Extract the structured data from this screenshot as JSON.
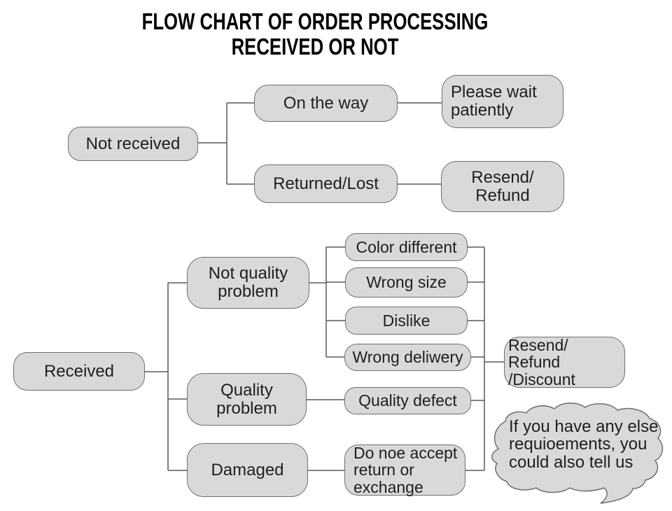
{
  "title": {
    "line1": "FLOW CHART OF ORDER PROCESSING",
    "line2": "RECEIVED OR NOT"
  },
  "colors": {
    "background": "#ffffff",
    "box_fill": "#d9d9d9",
    "box_border": "#6e6e6e",
    "connector_line": "#595959",
    "text": "#1f1f1f",
    "title_text": "#000000"
  },
  "top_flow": {
    "not_received": "Not received",
    "on_the_way": "On the way",
    "please_wait": [
      "Please wait",
      "patiently"
    ],
    "returned_lost": "Returned/Lost",
    "resend_refund": [
      "Resend/",
      "Refund"
    ]
  },
  "bottom_flow": {
    "received": "Received",
    "not_quality_problem": [
      "Not quality",
      "problem"
    ],
    "quality_problem": [
      "Quality",
      "problem"
    ],
    "damaged": "Damaged",
    "color_different": "Color different",
    "wrong_size": "Wrong size",
    "dislike": "Dislike",
    "wrong_delivery": "Wrong deliwery",
    "quality_defect": "Quality defect",
    "do_not_accept": [
      "Do noe accept",
      "return or",
      "exchange"
    ],
    "resend_refund_discount": [
      "Resend/ Refund",
      "/Discount"
    ]
  },
  "speech_bubble": {
    "lines": [
      "If you have any else",
      "requioements, you",
      "could also tell us"
    ]
  }
}
